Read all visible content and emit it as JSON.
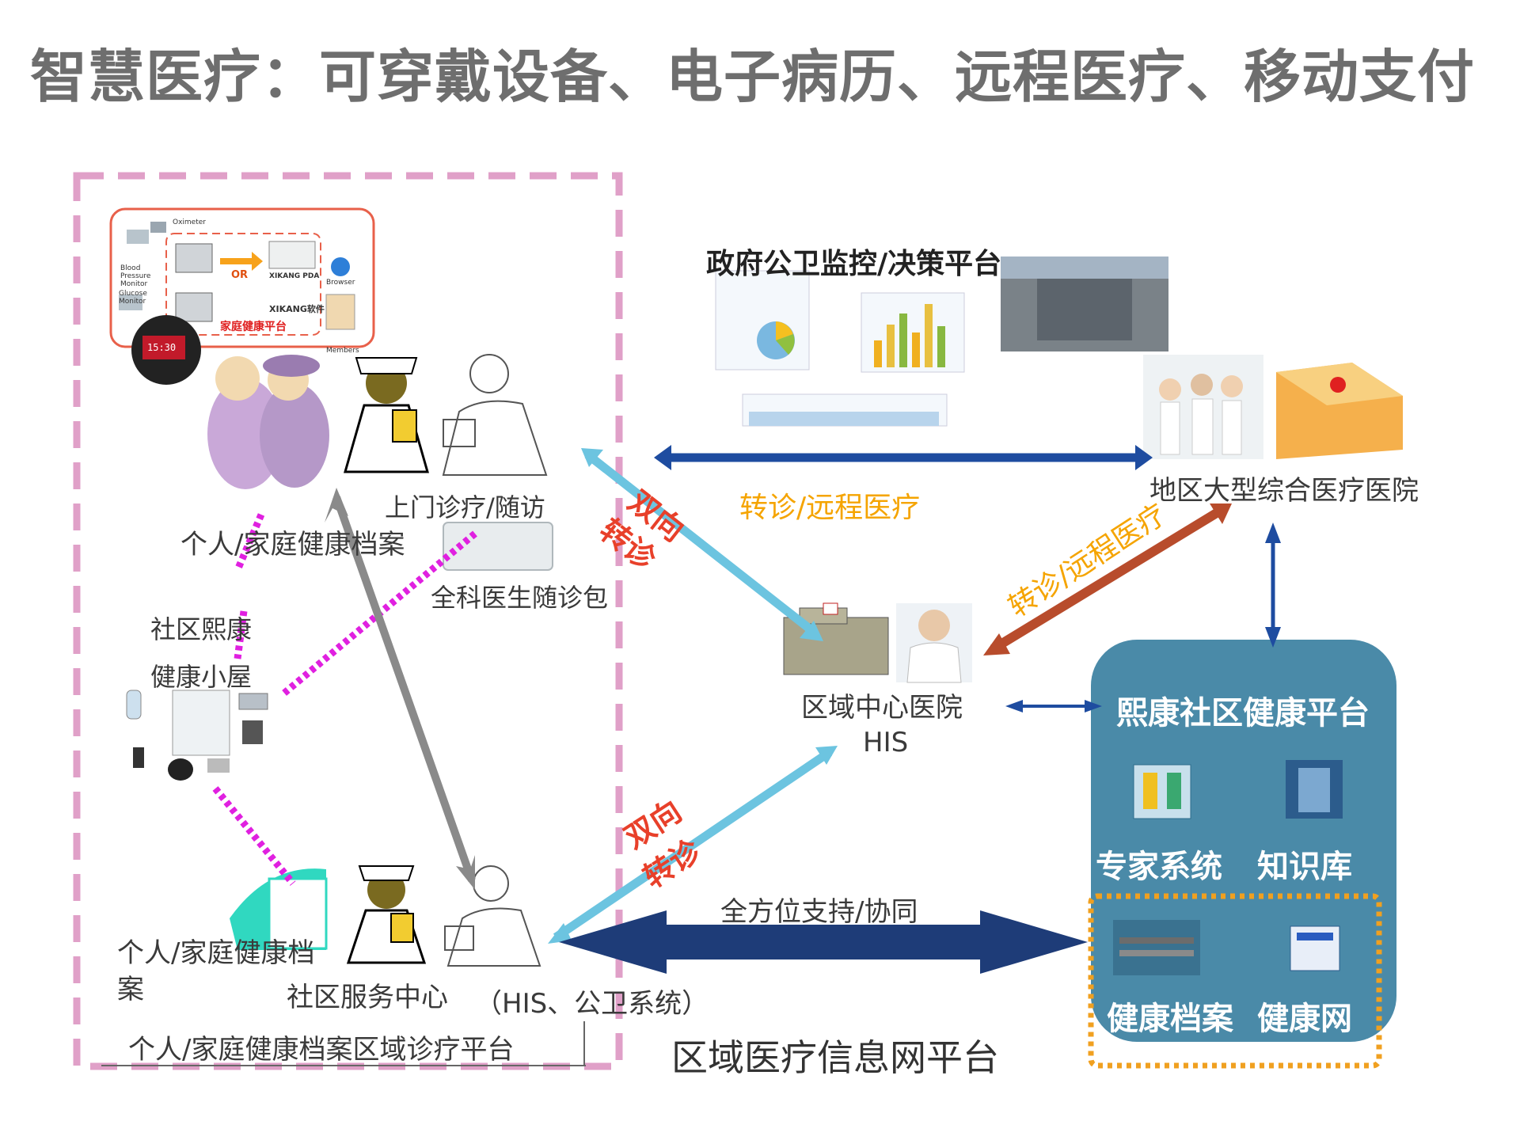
{
  "title": "智慧医疗：可穿戴设备、电子病历、远程医疗、移动支付",
  "top_panel": {
    "oximeter": "Oximeter",
    "blood_pressure": "Blood Pressure Monitor",
    "glucose": "Glucose Monitor",
    "or": "OR",
    "pda": "XIKANG PDA",
    "software": "XIKANG软件",
    "browser": "Browser",
    "platform": "家庭健康平台",
    "members": "Members",
    "watch_time": "15:30"
  },
  "labels": {
    "gov_platform": "政府公卫监控/决策平台",
    "regional_hospital": "地区大型综合医疗医院",
    "door_service": "上门诊疗/随访",
    "personal_record": "个人/家庭健康档案",
    "gp_kit": "全科医生随诊包",
    "community_xikang": "社区熙康",
    "health_cabin": "健康小屋",
    "center_hospital": "区域中心医院",
    "his": "HIS",
    "personal_record_2": "个人/家庭健康档",
    "personal_record_2b": "案",
    "community_center": "社区服务中心",
    "his_public": "（HIS、公卫系统）",
    "bottom_platform": "个人/家庭健康档案区域诊疗平台",
    "regional_network": "区域医疗信息网平台",
    "full_support": "全方位支持/协同",
    "referral_remote": "转诊/远程医疗",
    "referral_remote_2": "转诊/远程医疗",
    "two_way_1a": "双向",
    "two_way_1b": "转诊",
    "two_way_2a": "双向",
    "two_way_2b": "转诊"
  },
  "xikang_platform": {
    "title": "熙康社区健康平台",
    "items": [
      "专家系统",
      "知识库",
      "健康档案",
      "健康网"
    ]
  },
  "colors": {
    "pink_dash": "#e0a0c8",
    "magenta_dots": "#e020e0",
    "light_blue": "#6cc4e0",
    "gray_arrow": "#8a8a8a",
    "dark_blue": "#1e3c8c",
    "brown_arrow": "#b84c2c",
    "platform_teal": "#4a8aa8"
  }
}
